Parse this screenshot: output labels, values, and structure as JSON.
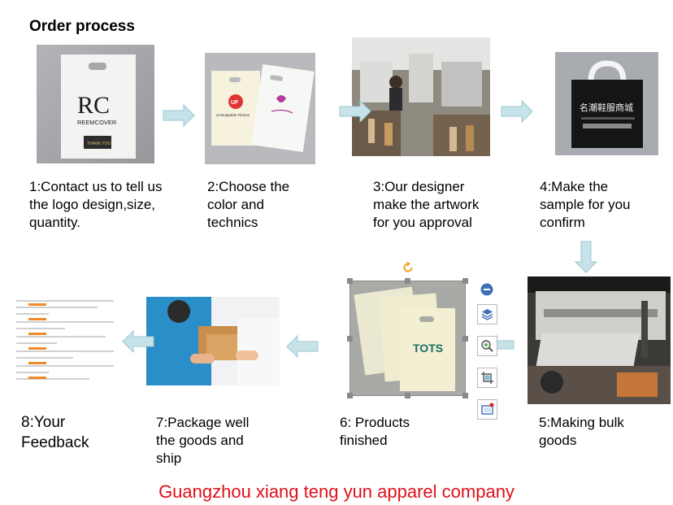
{
  "header": {
    "title": "Order process"
  },
  "steps": [
    {
      "id": 1,
      "label": "1:Contact us to tell us\nthe logo design,size,\nquantity."
    },
    {
      "id": 2,
      "label": "2:Choose the\ncolor and\ntechnics"
    },
    {
      "id": 3,
      "label": "3:Our designer\nmake the artwork\nfor you approval"
    },
    {
      "id": 4,
      "label": "4:Make the\nsample for you\nconfirm"
    },
    {
      "id": 5,
      "label": "5:Making bulk\ngoods"
    },
    {
      "id": 6,
      "label": "6: Products\nfinished"
    },
    {
      "id": 7,
      "label": "7:Package well\nthe goods and\nship"
    },
    {
      "id": 8,
      "label": "8:Your\nFeedback"
    }
  ],
  "images": {
    "bag1": {
      "brand": "RC",
      "sub": "REEMCOVER",
      "tag": "THANK YOU"
    },
    "bag2": {
      "logo": "UF",
      "text": "Unstoppable Fitness"
    },
    "bag4": {
      "text": "名潮鞋服商城"
    },
    "bag6": {
      "text": "TOTS"
    }
  },
  "footer": {
    "company": "Guangzhou xiang teng yun apparel company"
  },
  "toolbar": {
    "icons": [
      "minus-circle-icon",
      "layers-icon",
      "zoom-icon",
      "crop-icon",
      "screen-icon"
    ]
  },
  "colors": {
    "arrow": "#c7e3ea",
    "arrow_stroke": "#9cc7d2",
    "company": "#e0101a",
    "rotate": "#f0a020"
  }
}
